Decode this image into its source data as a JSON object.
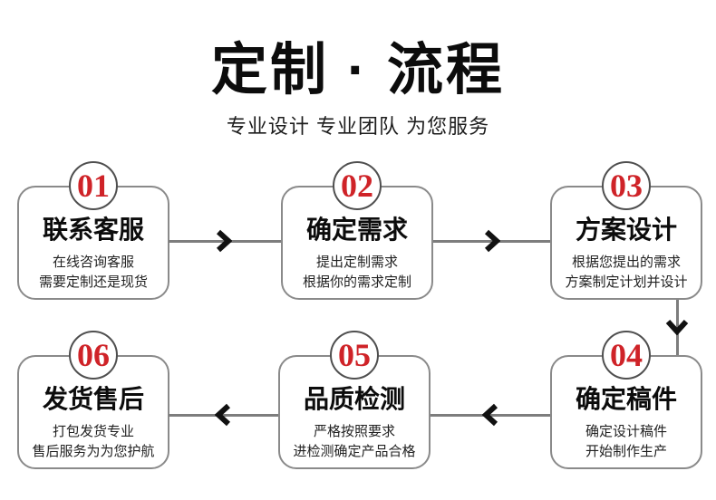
{
  "header": {
    "title": "定制 · 流程",
    "subtitle": "专业设计  专业团队  为您服务"
  },
  "colors": {
    "accent_red": "#cf2328",
    "card_border": "#8a8a8a",
    "circle_border": "#4f4f4f",
    "connector_gray": "#7d7d7d",
    "chevron_black": "#111111",
    "text_black": "#0c0c0c",
    "background": "#ffffff"
  },
  "flow": {
    "direction_row1": "left-to-right",
    "direction_row2": "right-to-left"
  },
  "steps": [
    {
      "number": "01",
      "title": "联系客服",
      "desc1": "在线咨询客服",
      "desc2": "需要定制还是现货"
    },
    {
      "number": "02",
      "title": "确定需求",
      "desc1": "提出定制需求",
      "desc2": "根据你的需求定制"
    },
    {
      "number": "03",
      "title": "方案设计",
      "desc1": "根据您提出的需求",
      "desc2": "方案制定计划并设计"
    },
    {
      "number": "04",
      "title": "确定稿件",
      "desc1": "确定设计稿件",
      "desc2": "开始制作生产"
    },
    {
      "number": "05",
      "title": "品质检测",
      "desc1": "严格按照要求",
      "desc2": "进检测确定产品合格"
    },
    {
      "number": "06",
      "title": "发货售后",
      "desc1": "打包发货专业",
      "desc2": "售后服务为为您护航"
    }
  ]
}
